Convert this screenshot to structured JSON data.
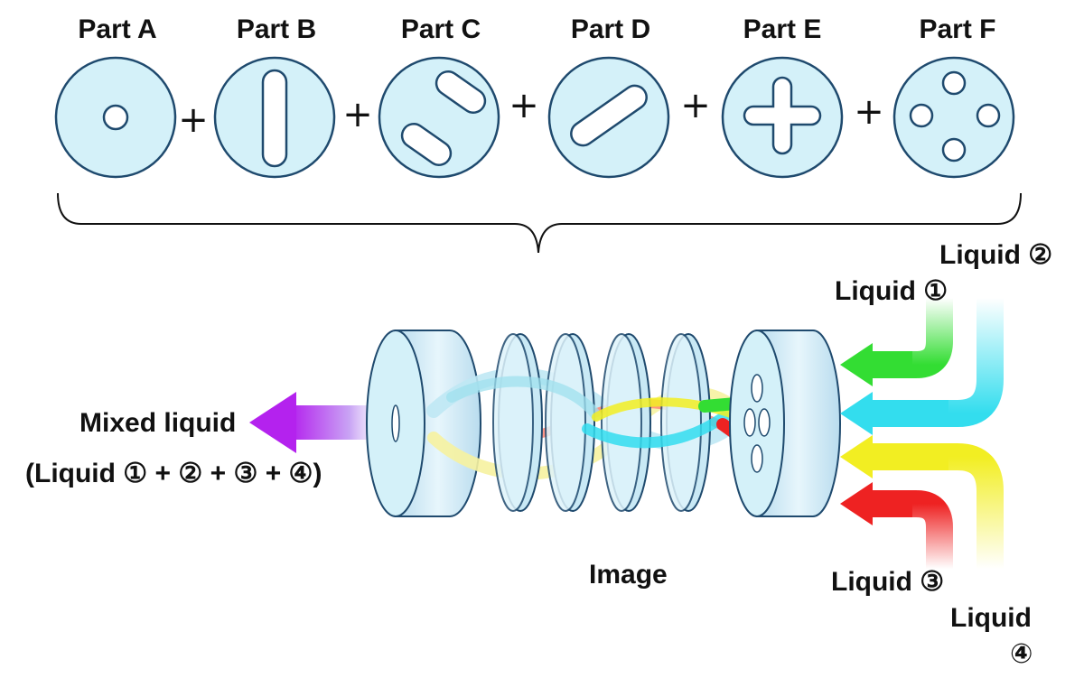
{
  "parts": [
    {
      "id": "a",
      "title": "Part A"
    },
    {
      "id": "b",
      "title": "Part B"
    },
    {
      "id": "c",
      "title": "Part C"
    },
    {
      "id": "d",
      "title": "Part D"
    },
    {
      "id": "e",
      "title": "Part E"
    },
    {
      "id": "f",
      "title": "Part F"
    }
  ],
  "plus_sign": "+",
  "labels": {
    "liquid_1": "Liquid ①",
    "liquid_2": "Liquid ②",
    "liquid_3": "Liquid ③",
    "liquid_4_line1": "Liquid",
    "liquid_4_line2": "④",
    "mixed": "Mixed liquid",
    "mixed_formula": "(Liquid ① + ② + ③ + ④)",
    "image": "Image"
  },
  "colors": {
    "disc_fill": "#d4f1f9",
    "disc_stroke": "#1f4a6e",
    "liquid_1": "#33dd33",
    "liquid_2": "#33ddee",
    "liquid_3": "#ee2222",
    "liquid_4": "#f2ee22",
    "mixed": "#b422ee"
  }
}
